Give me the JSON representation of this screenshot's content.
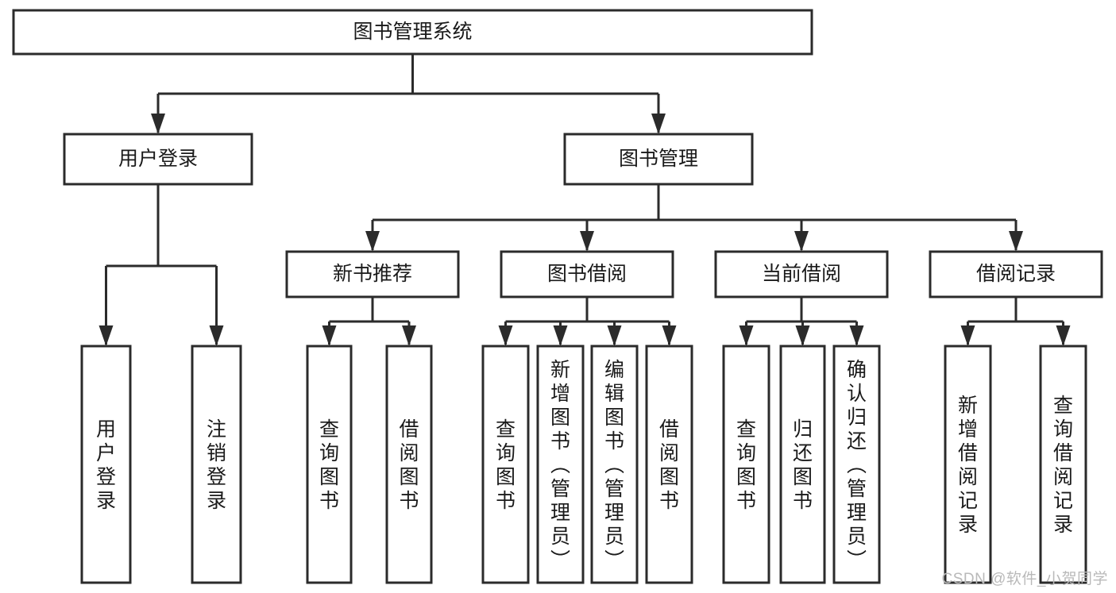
{
  "diagram": {
    "type": "tree",
    "title": "图书管理系统",
    "orientation": "top-down",
    "levels": 4,
    "colors": {
      "box_fill": "#ffffff",
      "box_stroke": "#2b2b2b",
      "connector": "#2b2b2b",
      "text": "#1a1a1a",
      "watermark": "#b9b9b9"
    },
    "root": {
      "id": "root",
      "label": "图书管理系统",
      "text_orientation": "horizontal"
    },
    "level2": [
      {
        "id": "user-login",
        "label": "用户登录",
        "text_orientation": "horizontal"
      },
      {
        "id": "book-manage",
        "label": "图书管理",
        "text_orientation": "horizontal"
      }
    ],
    "level3": [
      {
        "id": "new-book-recommend",
        "label": "新书推荐",
        "parent": "book-manage",
        "text_orientation": "horizontal"
      },
      {
        "id": "book-borrow",
        "label": "图书借阅",
        "parent": "book-manage",
        "text_orientation": "horizontal"
      },
      {
        "id": "current-borrow",
        "label": "当前借阅",
        "parent": "book-manage",
        "text_orientation": "horizontal"
      },
      {
        "id": "borrow-record",
        "label": "借阅记录",
        "parent": "book-manage",
        "text_orientation": "horizontal"
      }
    ],
    "leaves": {
      "user-login": [
        {
          "id": "leaf-user-login",
          "label": "用户登录",
          "text_orientation": "vertical"
        },
        {
          "id": "leaf-logout-login",
          "label": "注销登录",
          "text_orientation": "vertical"
        }
      ],
      "new-book-recommend": [
        {
          "id": "leaf-query-book-1",
          "label": "查询图书",
          "text_orientation": "vertical"
        },
        {
          "id": "leaf-borrow-book-1",
          "label": "借阅图书",
          "text_orientation": "vertical"
        }
      ],
      "book-borrow": [
        {
          "id": "leaf-query-book-2",
          "label": "查询图书",
          "text_orientation": "vertical"
        },
        {
          "id": "leaf-add-book-admin",
          "label": "新增图书（管理员）",
          "text_orientation": "vertical"
        },
        {
          "id": "leaf-edit-book-admin",
          "label": "编辑图书（管理员）",
          "text_orientation": "vertical"
        },
        {
          "id": "leaf-borrow-book-2",
          "label": "借阅图书",
          "text_orientation": "vertical"
        }
      ],
      "current-borrow": [
        {
          "id": "leaf-query-book-3",
          "label": "查询图书",
          "text_orientation": "vertical"
        },
        {
          "id": "leaf-return-book",
          "label": "归还图书",
          "text_orientation": "vertical"
        },
        {
          "id": "leaf-confirm-return-admin",
          "label": "确认归还（管理员）",
          "text_orientation": "vertical"
        }
      ],
      "borrow-record": [
        {
          "id": "leaf-add-borrow-record",
          "label": "新增借阅记录",
          "text_orientation": "vertical"
        },
        {
          "id": "leaf-query-borrow-record",
          "label": "查询借阅记录",
          "text_orientation": "vertical"
        }
      ]
    }
  },
  "watermark": {
    "text": "CSDN @软件_小贺同学"
  }
}
